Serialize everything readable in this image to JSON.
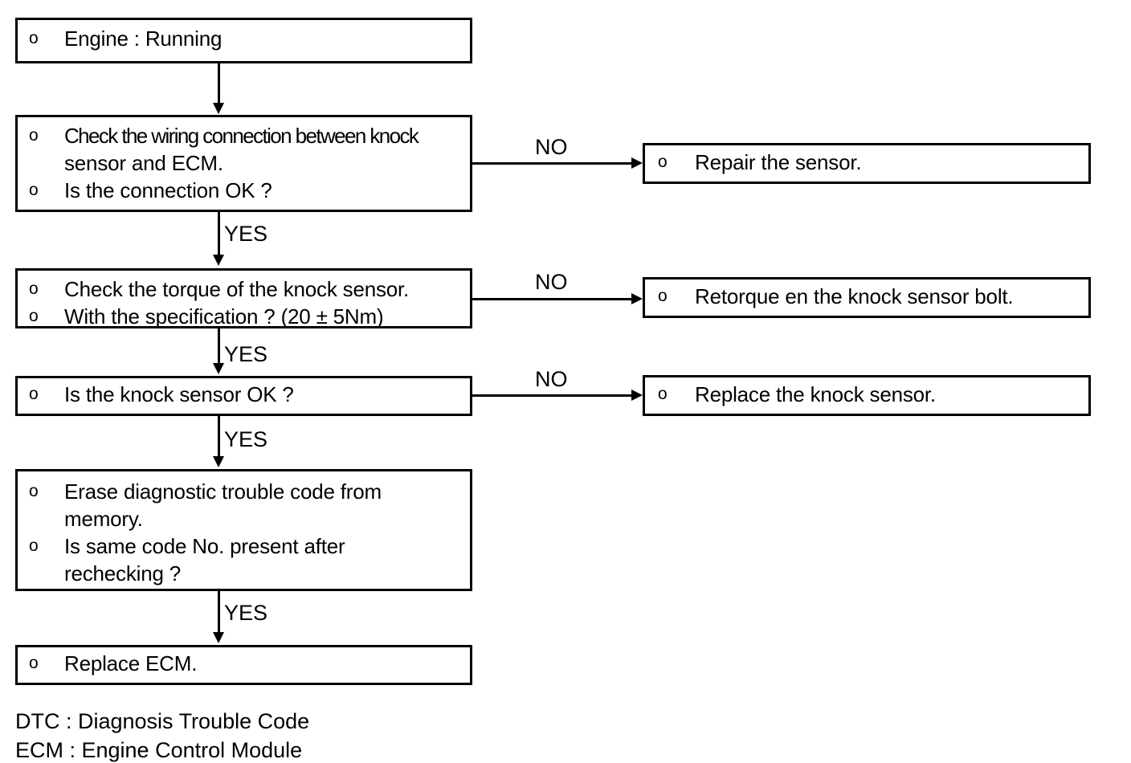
{
  "diagram": {
    "title": "Knock Sensor Diagnostic Flowchart",
    "bullet_glyph": "o",
    "colors": {
      "line": "#000000",
      "background": "#ffffff",
      "text": "#000000"
    },
    "boxes": [
      {
        "id": "engine-running",
        "lines": [
          {
            "bullet": true,
            "text": "Engine : Running"
          }
        ]
      },
      {
        "id": "check-wiring",
        "lines": [
          {
            "bullet": true,
            "text": "Check the wiring connection between knock"
          },
          {
            "bullet": false,
            "text": "sensor and ECM."
          },
          {
            "bullet": true,
            "text": "Is the connection OK ?"
          }
        ]
      },
      {
        "id": "check-torque",
        "lines": [
          {
            "bullet": true,
            "text": "Check the torque of the knock sensor."
          },
          {
            "bullet": true,
            "text": "With the specification ? (20 ± 5Nm)"
          }
        ]
      },
      {
        "id": "knock-sensor-ok",
        "lines": [
          {
            "bullet": true,
            "text": "Is the knock sensor OK ?"
          }
        ]
      },
      {
        "id": "erase-dtc",
        "lines": [
          {
            "bullet": true,
            "text": "Erase diagnostic trouble code from"
          },
          {
            "bullet": false,
            "text": "memory."
          },
          {
            "bullet": true,
            "text": "Is same code No. present after"
          },
          {
            "bullet": false,
            "text": "rechecking ?"
          }
        ]
      },
      {
        "id": "replace-ecm",
        "lines": [
          {
            "bullet": true,
            "text": "Replace ECM."
          }
        ]
      },
      {
        "id": "repair-sensor",
        "lines": [
          {
            "bullet": true,
            "text": "Repair the sensor."
          }
        ]
      },
      {
        "id": "retorque-bolt",
        "lines": [
          {
            "bullet": true,
            "text": "Retorque en the knock sensor bolt."
          }
        ]
      },
      {
        "id": "replace-knock-sensor",
        "lines": [
          {
            "bullet": true,
            "text": "Replace the knock sensor."
          }
        ]
      }
    ],
    "edge_labels": {
      "no_1": "NO",
      "no_2": "NO",
      "no_3": "NO",
      "yes_1": "YES",
      "yes_2": "YES",
      "yes_3": "YES",
      "yes_4": "YES"
    },
    "legend": [
      "DTC : Diagnosis Trouble Code",
      "ECM : Engine Control Module"
    ]
  }
}
